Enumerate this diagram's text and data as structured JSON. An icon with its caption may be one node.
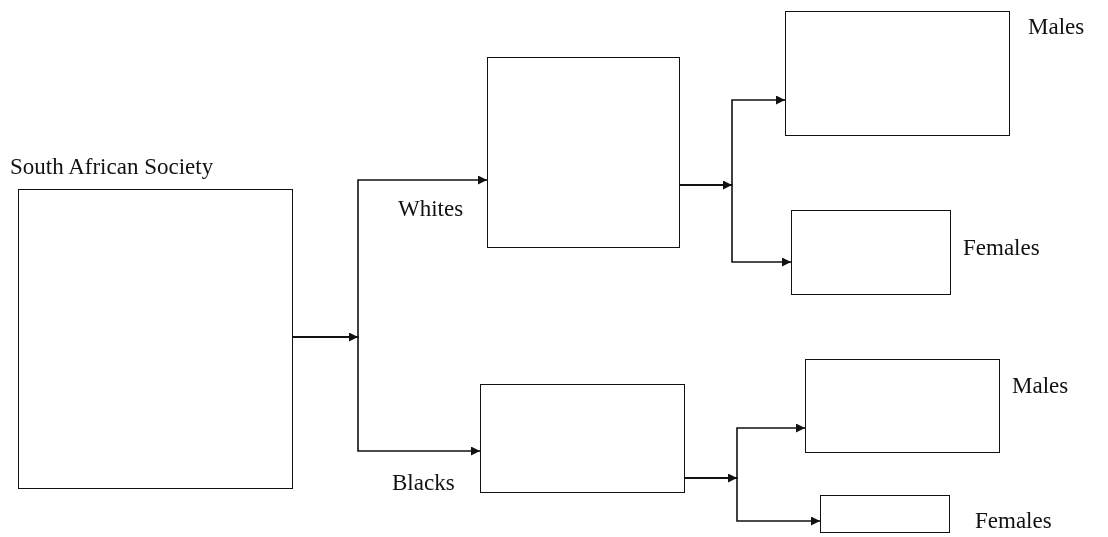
{
  "diagram": {
    "nodes": [
      {
        "text": [
          "South African Society"
        ]
      },
      {
        "text": [
          "Whites"
        ]
      },
      {
        "text": [
          "Males"
        ]
      },
      {
        "text": [
          "Females"
        ]
      },
      {
        "text": [
          "Blacks"
        ]
      },
      {
        "text": [
          "Males"
        ]
      },
      {
        "text": [
          "Females"
        ]
      }
    ],
    "edges": [
      {
        "from": 0,
        "to": 1,
        "arrow": "to"
      },
      {
        "from": 0,
        "to": 4,
        "arrow": "to"
      },
      {
        "from": 1,
        "to": 2,
        "arrow": "to"
      },
      {
        "from": 1,
        "to": 3,
        "arrow": "to"
      },
      {
        "from": 4,
        "to": 5,
        "arrow": "to"
      },
      {
        "from": 4,
        "to": 6,
        "arrow": "to"
      }
    ]
  }
}
